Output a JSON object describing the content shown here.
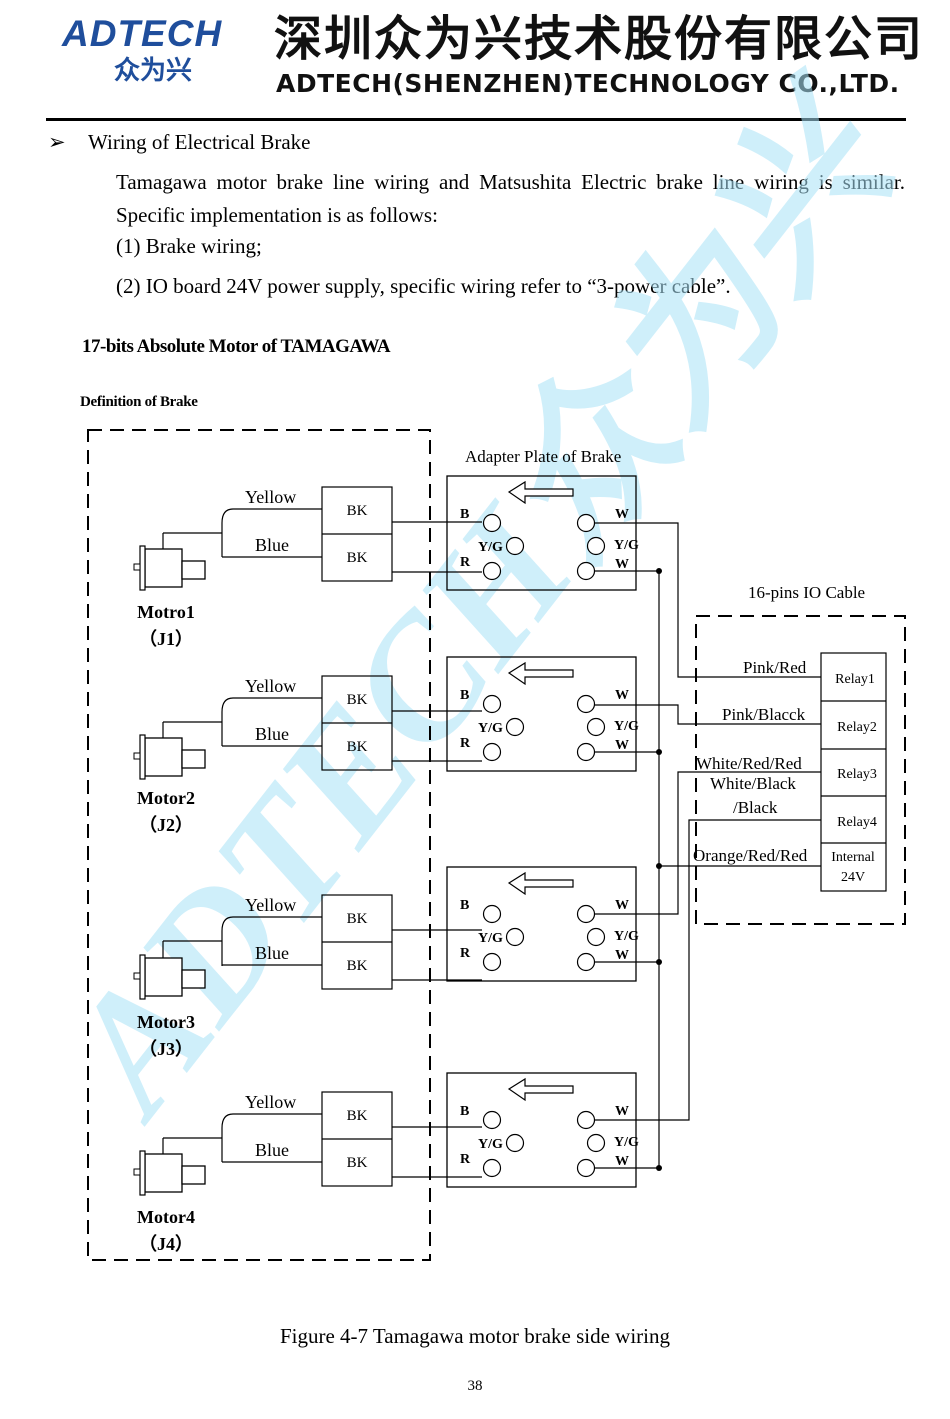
{
  "header": {
    "logo_text": "ADTECH",
    "logo_cn": "众为兴",
    "company_cn": "深圳众为兴技术股份有限公司",
    "company_en": "ADTECH(SHENZHEN)TECHNOLOGY CO.,LTD."
  },
  "section": {
    "bullet": "➢",
    "title": "Wiring of Electrical Brake",
    "paragraph": "Tamagawa motor brake line wiring and Matsushita Electric brake line wiring is similar. Specific implementation is as follows:",
    "items": [
      "(1) Brake wiring;",
      "(2) IO board 24V power supply, specific wiring refer to “3-power cable”."
    ]
  },
  "figure": {
    "title": "17-bits Absolute Motor of TAMAGAWA",
    "subtitle": "Definition of Brake",
    "adapter_label": "Adapter Plate of Brake",
    "io_cable_label": "16-pins IO Cable",
    "motors": [
      {
        "name": "Motro1",
        "joint": "（J1）"
      },
      {
        "name": "Motor2",
        "joint": "（J2）"
      },
      {
        "name": "Motor3",
        "joint": "（J3）"
      },
      {
        "name": "Motor4",
        "joint": "（J4）"
      }
    ],
    "wire_labels": {
      "yellow": "Yellow",
      "blue": "Blue",
      "bk": "BK"
    },
    "adapter_pins": {
      "b": "B",
      "r": "R",
      "yg": "Y/G",
      "w": "W"
    },
    "cable_wires": [
      "Pink/Red",
      "Pink/Blacck",
      "White/Red/Red",
      "White/Black",
      "/Black",
      "Orange/Red/Red"
    ],
    "relays": [
      "Relay1",
      "Relay2",
      "Relay3",
      "Relay4"
    ],
    "internal": [
      "Internal",
      "24V"
    ],
    "watermark": "ADTECH众为兴",
    "caption": "Figure 4-7 Tamagawa motor brake side wiring"
  },
  "page_number": "38",
  "colors": {
    "logo_blue": "#1f4e9c",
    "watermark": "#a9e2f7"
  }
}
